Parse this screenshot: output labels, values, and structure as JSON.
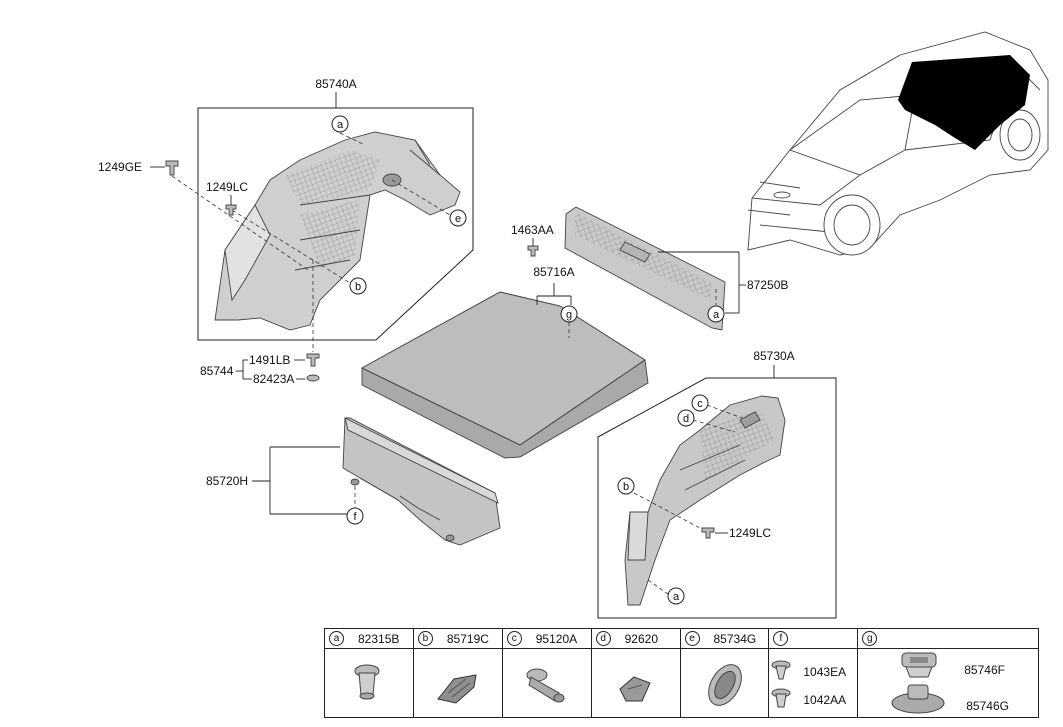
{
  "parts": {
    "lh_trim": "85740A",
    "screw_top": "1249GE",
    "screw_lh": "1249LC",
    "screw_rh": "1249LC",
    "clip_1463": "1463AA",
    "sill_plate": "87250B",
    "floor_cover": "85716A",
    "rh_trim": "85730A",
    "fastener_set": "85744",
    "fastener_1": "1491LB",
    "fastener_2": "82423A",
    "back_trim": "85720H"
  },
  "callouts": [
    "a",
    "b",
    "c",
    "d",
    "e",
    "f",
    "g"
  ],
  "legend": [
    {
      "letter": "a",
      "code": "82315B"
    },
    {
      "letter": "b",
      "code": "85719C"
    },
    {
      "letter": "c",
      "code": "95120A"
    },
    {
      "letter": "d",
      "code": "92620"
    },
    {
      "letter": "e",
      "code": "85734G"
    },
    {
      "letter": "f",
      "code": "",
      "sub": [
        "1043EA",
        "1042AA"
      ]
    },
    {
      "letter": "g",
      "code": "",
      "sub": [
        "85746F",
        "85746G"
      ]
    }
  ]
}
